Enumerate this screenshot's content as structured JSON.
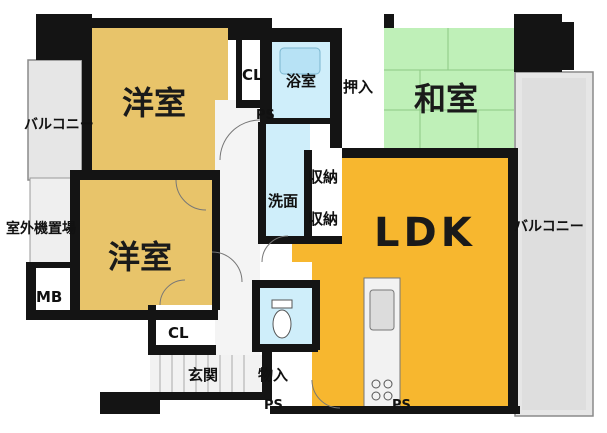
{
  "rooms": {
    "western_room_1": "洋室",
    "western_room_2": "洋室",
    "japanese_room": "和室",
    "ldk": "LDK",
    "bathroom": "浴室",
    "washroom": "洗面",
    "entrance": "玄関"
  },
  "storage": {
    "closet_1": "CL",
    "closet_2": "CL",
    "oshiire": "押入",
    "shuno_1": "収納",
    "shuno_2": "収納",
    "monoire": "物入",
    "mb": "MB"
  },
  "labels": {
    "balcony_left": "バルコニー",
    "balcony_right": "バルコニー",
    "outdoor_unit": "室外機置場",
    "ps_1": "PS",
    "ps_2": "PS",
    "ps_3": "PS"
  },
  "colors": {
    "western": "#e8c46a",
    "japanese": "#bff0b8",
    "ldk": "#f7b72f",
    "wet": "#cfeefa",
    "balcony": "#e4e4e4",
    "wall": "#141414"
  }
}
